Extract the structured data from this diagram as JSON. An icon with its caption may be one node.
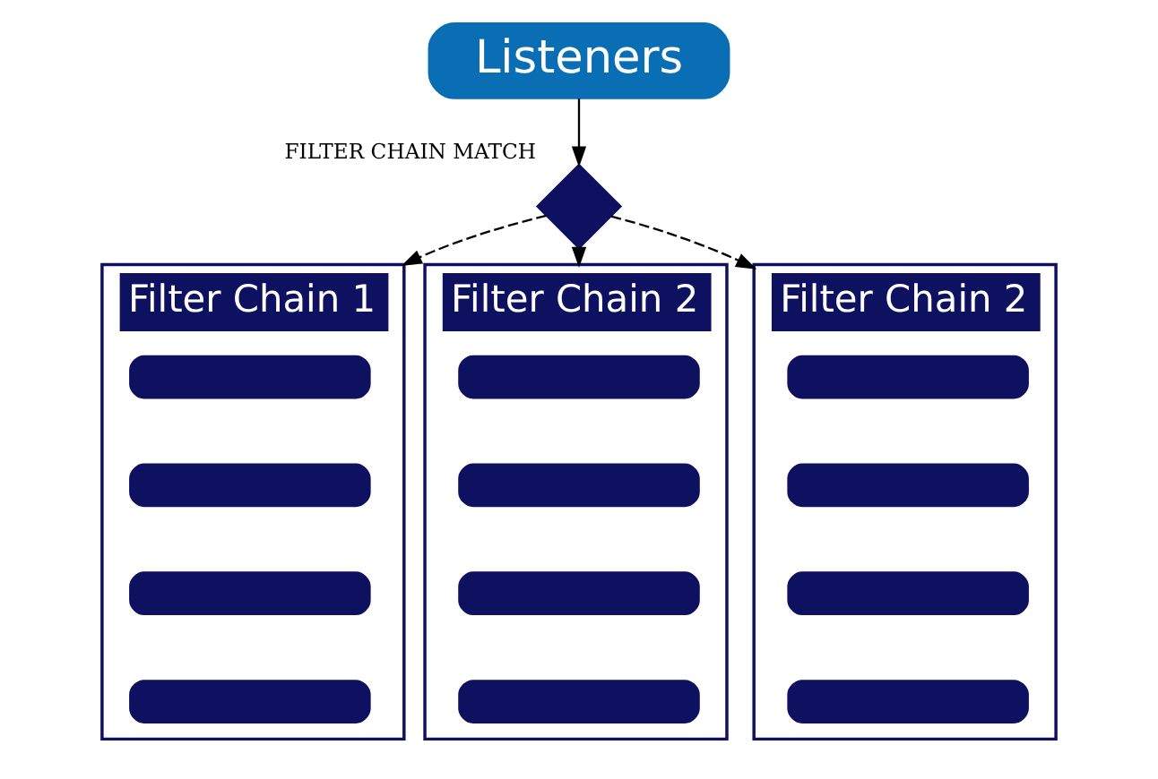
{
  "diagram": {
    "nodes": [
      {
        "text": [
          "Listeners"
        ]
      },
      {
        "text": [],
        "shape": "diamond",
        "beside": [
          "FILTER CHAIN MATCH"
        ]
      },
      {
        "text": [
          "Filter Chain 1"
        ]
      },
      {
        "text": [],
        "shape": "bar",
        "in": 2
      },
      {
        "text": [],
        "shape": "bar",
        "in": 2
      },
      {
        "text": [],
        "shape": "bar",
        "in": 2
      },
      {
        "text": [],
        "shape": "bar",
        "in": 2
      },
      {
        "text": [
          "Filter Chain 2"
        ]
      },
      {
        "text": [],
        "shape": "bar",
        "in": 7
      },
      {
        "text": [],
        "shape": "bar",
        "in": 7
      },
      {
        "text": [],
        "shape": "bar",
        "in": 7
      },
      {
        "text": [],
        "shape": "bar",
        "in": 7
      },
      {
        "text": [
          "Filter Chain 2"
        ]
      },
      {
        "text": [],
        "shape": "bar",
        "in": 12
      },
      {
        "text": [],
        "shape": "bar",
        "in": 12
      },
      {
        "text": [],
        "shape": "bar",
        "in": 12
      },
      {
        "text": [],
        "shape": "bar",
        "in": 12
      }
    ],
    "edges": [
      {
        "from": 0,
        "to": 1,
        "arrow": "to"
      },
      {
        "from": 1,
        "to": 2,
        "arrow": "to",
        "style": "dashed"
      },
      {
        "from": 1,
        "to": 7,
        "arrow": "to",
        "style": "dashed"
      },
      {
        "from": 1,
        "to": 12,
        "arrow": "to",
        "style": "dashed"
      }
    ]
  }
}
